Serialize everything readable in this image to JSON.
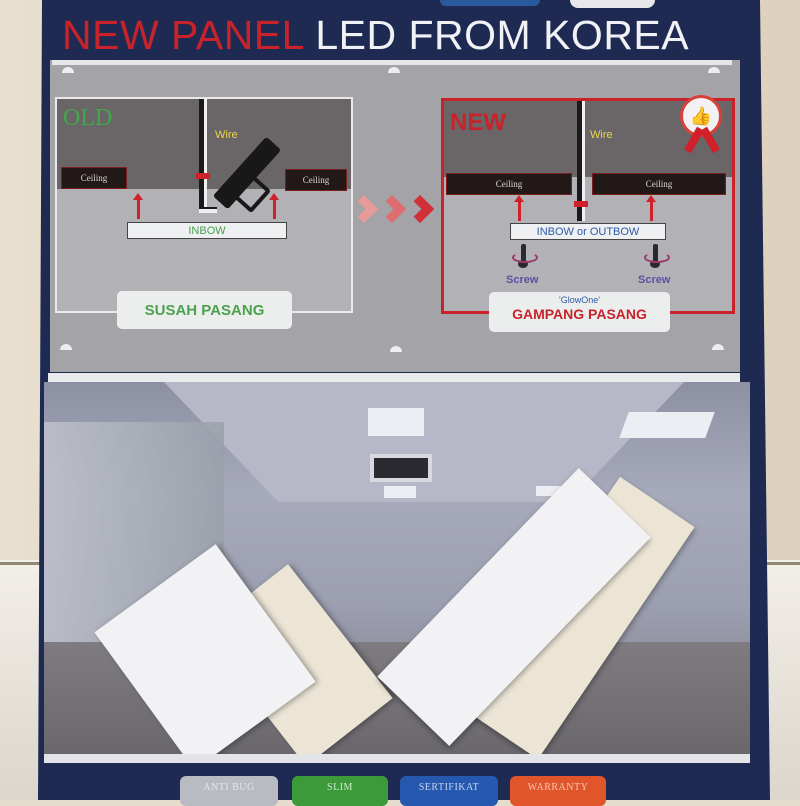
{
  "header": {
    "title_red": "NEW PANEL",
    "title_white": "LED FROM KOREA"
  },
  "diagram": {
    "old": {
      "label": "OLD",
      "wire_label": "Wire",
      "ceiling_left": "Ceiling",
      "ceiling_right": "Ceiling",
      "fixture_label": "INBOW",
      "caption": "SUSAH PASANG"
    },
    "new": {
      "label": "NEW",
      "wire_label": "Wire",
      "ceiling_left": "Ceiling",
      "ceiling_right": "Ceiling",
      "fixture_label": "INBOW or OUTBOW",
      "screw_left": "Screw",
      "screw_right": "Screw",
      "brand": "'GlowOne'",
      "caption": "GAMPANG PASANG",
      "badge_icon": "thumbs-up-icon"
    },
    "arrow_icon": "triple-chevron-right-icon"
  },
  "photo": {
    "description": "Office interior with ceiling LED panels and four white/cream LED panel products"
  },
  "features": [
    {
      "label": "ANTI BUG",
      "color": "#b9bbc2"
    },
    {
      "label": "SLIM",
      "color": "#3c9a3a"
    },
    {
      "label": "SERTIFIKAT",
      "color": "#2658b0"
    },
    {
      "label": "WARRANTY",
      "color": "#e0552a"
    }
  ],
  "colors": {
    "box_navy": "#1e2a52",
    "accent_red": "#c8232b",
    "green": "#3ea84a",
    "blue": "#2e5aa8"
  }
}
